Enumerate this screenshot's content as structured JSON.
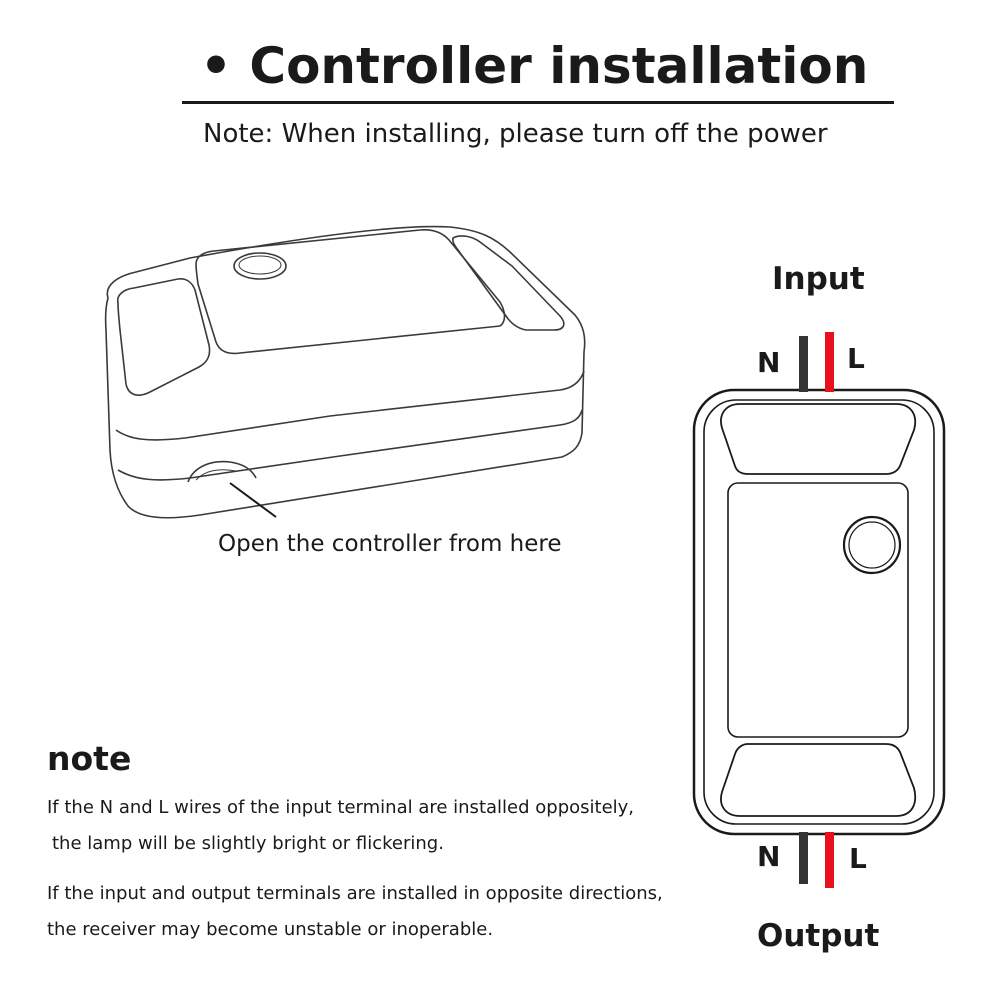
{
  "header": {
    "bullet": "•",
    "title": "Controller installation",
    "note": "Note: When installing, please turn off the power"
  },
  "illustration": {
    "callout": "Open the controller from here"
  },
  "wiring": {
    "input_label": "Input",
    "output_label": "Output",
    "neutral": "N",
    "live": "L",
    "neutral_color": "#333333",
    "live_color": "#e8101a"
  },
  "note": {
    "heading": "note",
    "p1_line1": "If the N and L wires of the input terminal are installed oppositely,",
    "p1_line2": "the lamp will be slightly bright or flickering.",
    "p2_line1": "If the input and output terminals are installed in opposite directions,",
    "p2_line2": "the receiver may become unstable or inoperable."
  }
}
